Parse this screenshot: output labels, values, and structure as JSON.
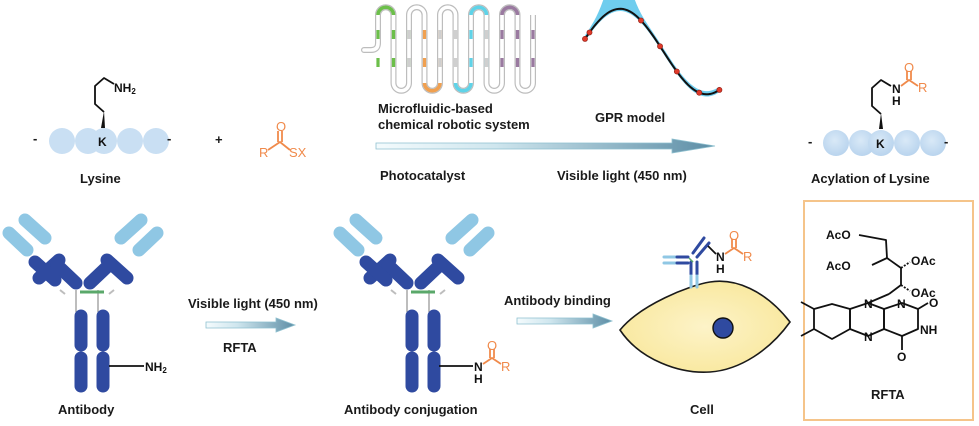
{
  "figure": {
    "top_row": {
      "lysine_label": "Lysine",
      "lysine_residue": "K",
      "lysine_amine": "NH",
      "lysine_amine_sub": "2",
      "plus_sign": "+",
      "thioester": {
        "r": "R",
        "o": "O",
        "sx": "SX"
      },
      "chip_caption_line1": "Microfluidic-based",
      "chip_caption_line2": "chemical robotic system",
      "gpr_caption": "GPR model",
      "arrow_below_left": "Photocatalyst",
      "arrow_below_right": "Visible light (450 nm)",
      "product_label": "Acylation of Lysine",
      "product_residue": "K",
      "product_n": "N",
      "product_h": "H",
      "product_o": "O",
      "product_r": "R",
      "chain_end_left": "-",
      "chain_end_right": "-"
    },
    "chip_channel_colors": {
      "green": "#6cbf4a",
      "orange": "#f0a050",
      "cyan": "#5fd3e8",
      "purple": "#9a7aa0",
      "gray": "#cfcfcf"
    },
    "gpr_points": [
      {
        "x": 0.0,
        "y": 0.38
      },
      {
        "x": 0.04,
        "y": 0.45
      },
      {
        "x": 0.5,
        "y": 0.45
      },
      {
        "x": 0.67,
        "y": -0.85
      },
      {
        "x": 0.82,
        "y": -0.98
      },
      {
        "x": 1.02,
        "y": -0.5
      },
      {
        "x": 1.2,
        "y": 0.62
      }
    ],
    "bottom_row": {
      "antibody_label": "Antibody",
      "antibody_amine": "NH",
      "antibody_amine_sub": "2",
      "step1_top": "Visible light (450 nm)",
      "step1_bottom": "RFTA",
      "conjugate_label": "Antibody conjugation",
      "conj_n": "N",
      "conj_h": "H",
      "conj_o": "O",
      "conj_r": "R",
      "step2_top": "Antibody binding",
      "cell_label": "Cell",
      "cell_n": "N",
      "cell_h": "H",
      "cell_o": "O",
      "cell_r": "R"
    },
    "rfta_box": {
      "label": "RFTA",
      "aco_top": "AcO",
      "aco_left": "AcO",
      "oac_right1": "OAc",
      "oac_right2": "OAc",
      "n_ring1": "N",
      "n_ring2": "N",
      "n_ring3": "N",
      "nh": "NH",
      "o_top": "O",
      "o_bottom": "O",
      "border_color": "#f5c48a"
    },
    "colors": {
      "acyl_orange": "#f08a4b",
      "antibody_dark": "#2f4aa0",
      "antibody_light": "#8fc7e4",
      "cell_fill": "#fbeeb0",
      "nucleus": "#2f4aa0",
      "bead": "#c9dff3"
    }
  }
}
